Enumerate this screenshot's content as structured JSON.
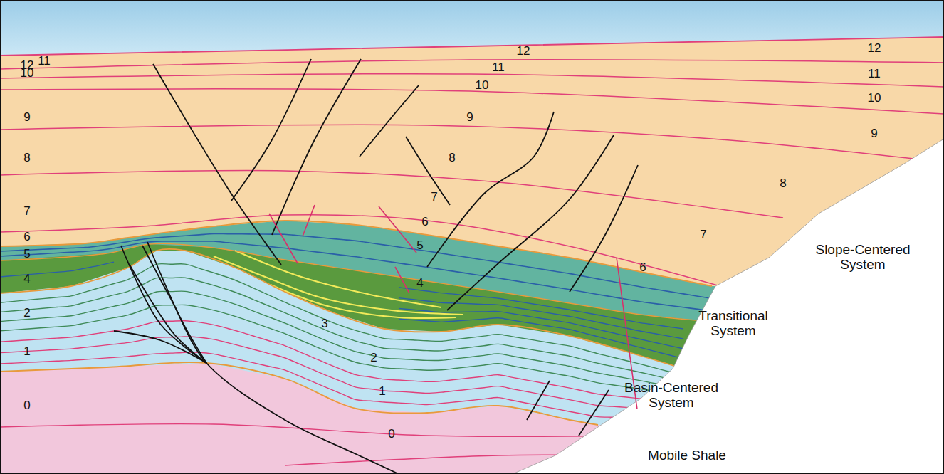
{
  "diagram": {
    "labels": [
      "12",
      "11",
      "10",
      "9",
      "8",
      "7",
      "6",
      "5",
      "4",
      "2",
      "1",
      "0",
      "12",
      "11",
      "10",
      "9",
      "8",
      "7",
      "6",
      "5",
      "4",
      "3",
      "2",
      "1",
      "0",
      "12",
      "11",
      "10",
      "9",
      "8",
      "7",
      "6",
      "Slope-Centered System",
      "Transitional System",
      "Basin-Centered System",
      "Mobile Shale"
    ]
  }
}
